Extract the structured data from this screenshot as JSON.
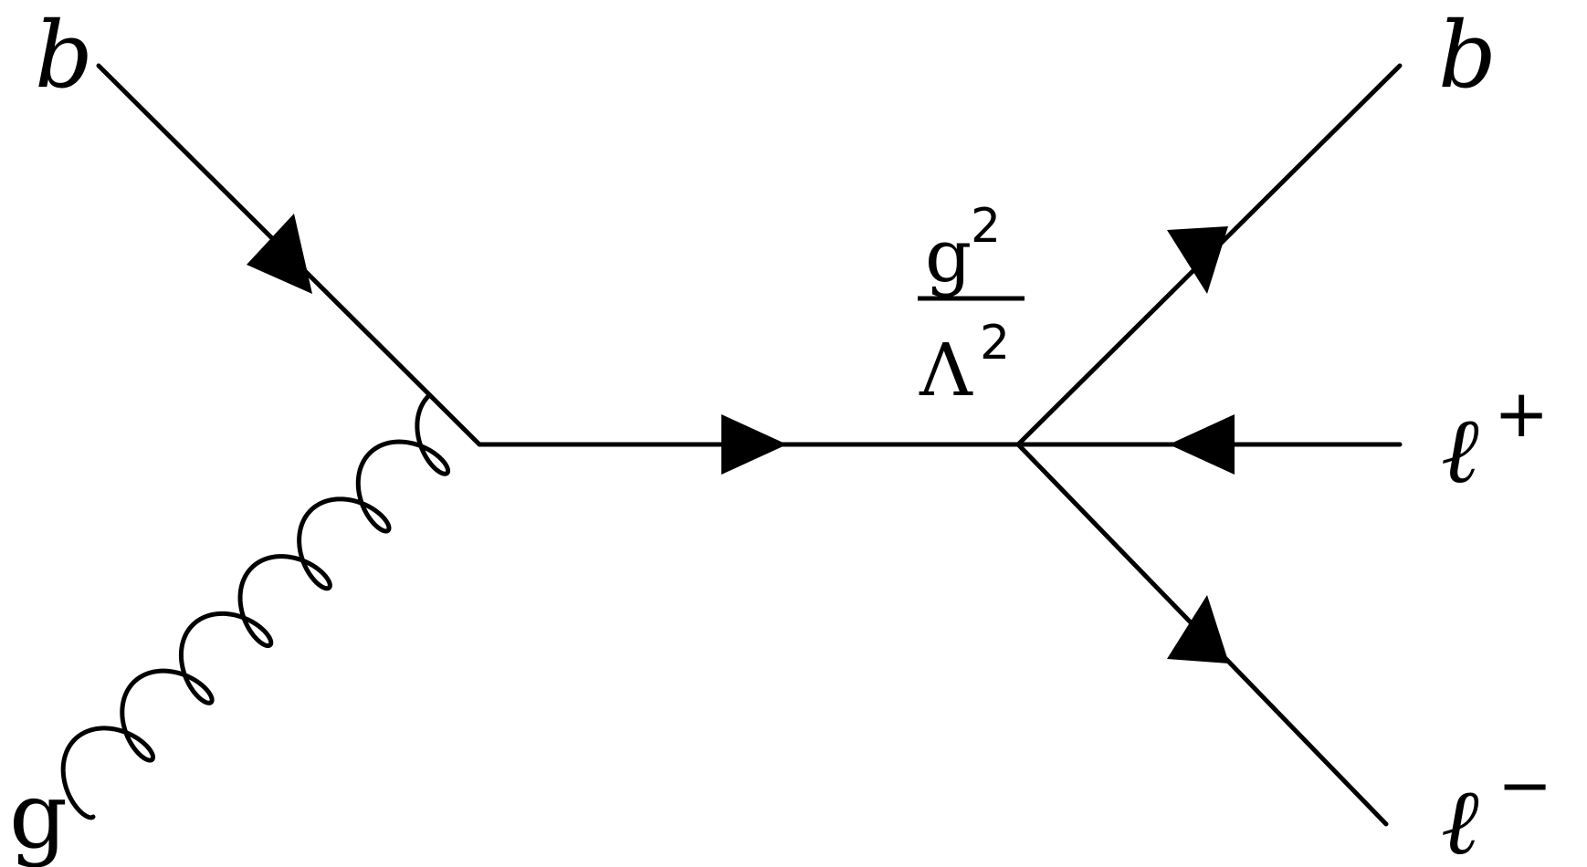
{
  "title": "Feynman diagram: b g → b ℓ⁺ ℓ⁻ via contact interaction",
  "particles": {
    "incoming_quark": {
      "symbol": "b"
    },
    "incoming_gluon": {
      "symbol": "g"
    },
    "outgoing_quark": {
      "symbol": "b"
    },
    "outgoing_lepton_plus": {
      "symbol": "ℓ",
      "charge": "+"
    },
    "outgoing_lepton_minus": {
      "symbol": "ℓ",
      "charge": "−"
    }
  },
  "vertex_coupling": {
    "numerator_base": "g",
    "numerator_exponent": "2",
    "denominator_base": "Λ",
    "denominator_exponent": "2"
  },
  "colors": {
    "stroke": "#000000",
    "background": "#ffffff"
  }
}
